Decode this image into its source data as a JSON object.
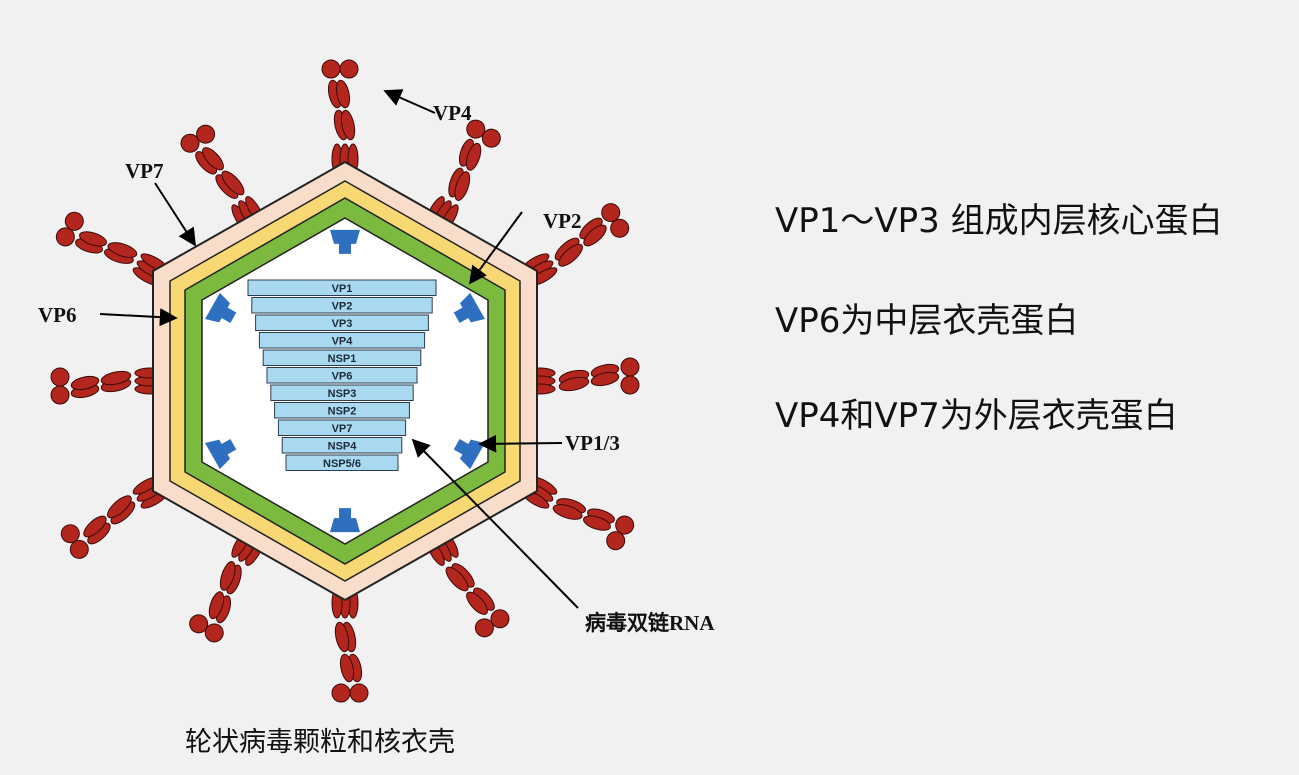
{
  "labels": {
    "vp4": "VP4",
    "vp7": "VP7",
    "vp2": "VP2",
    "vp6": "VP6",
    "vp13": "VP1/3",
    "rna": "病毒双链RNA"
  },
  "segments": [
    "VP1",
    "VP2",
    "VP3",
    "VP4",
    "NSP1",
    "VP6",
    "NSP3",
    "NSP2",
    "VP7",
    "NSP4",
    "NSP5/6"
  ],
  "caption": "轮状病毒颗粒和核衣壳",
  "statements": [
    "VP1～VP3 组成内层核心蛋白",
    "VP6为中层衣壳蛋白",
    "VP4和VP7为外层衣壳蛋白"
  ],
  "colors": {
    "background": "#f1f1f1",
    "outer_layer": "#f7ddca",
    "middle_layer": "#f8d873",
    "inner_layer": "#7cba3f",
    "core": "#ffffff",
    "spike": "#b3261e",
    "vp13": "#2f6fc0",
    "segment": "#a9d9f1"
  },
  "icons": {
    "spike": "spike-protein-icon",
    "vp13": "vp13-complex-icon"
  }
}
